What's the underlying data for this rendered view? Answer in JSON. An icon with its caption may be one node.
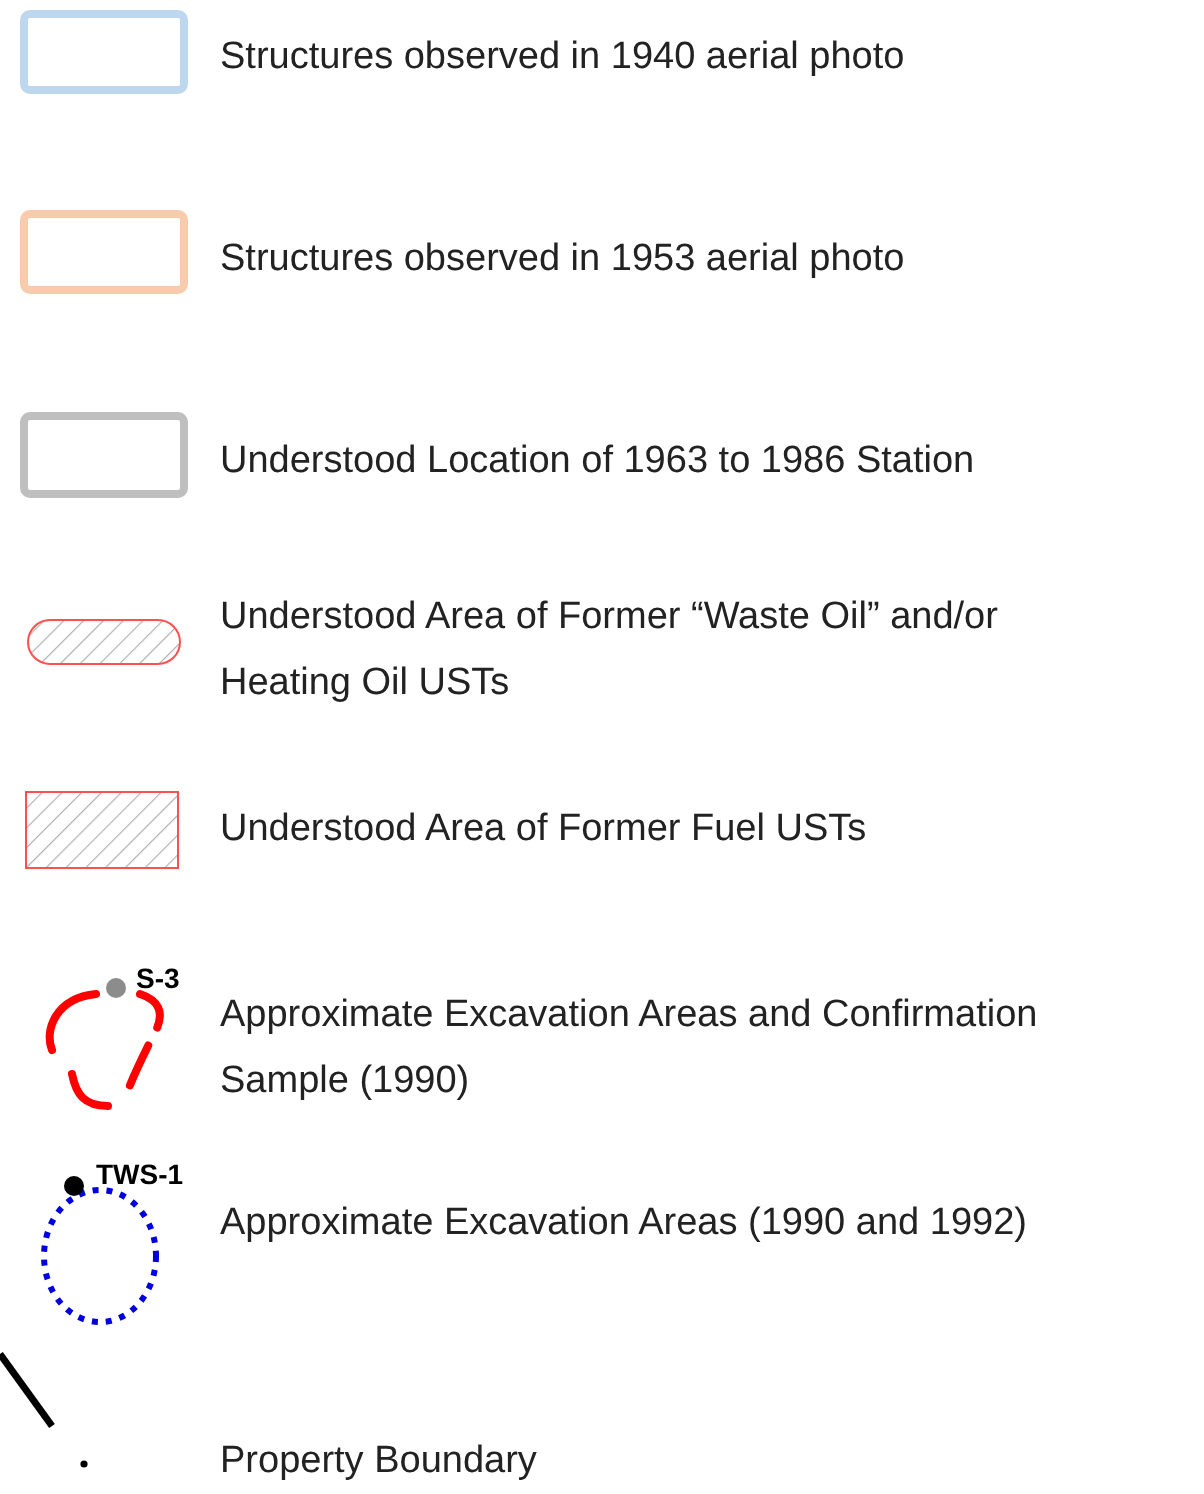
{
  "diagram": {
    "labels": [
      "S-3",
      "TWS-1"
    ],
    "legend": [
      {
        "text": "Structures observed in 1940 aerial photo"
      },
      {
        "text": "Structures observed in 1953 aerial photo"
      },
      {
        "text": "Understood Location of 1963 to 1986 Station"
      },
      {
        "text": "Understood Area of Former “Waste Oil” and/or Heating Oil USTs"
      },
      {
        "text": "Understood Area of Former Fuel USTs"
      },
      {
        "text": "Approximate Excavation Areas and Confirmation Sample (1990)"
      },
      {
        "text": "Approximate Excavation Areas (1990 and 1992)"
      },
      {
        "text": "Property Boundary"
      }
    ]
  }
}
